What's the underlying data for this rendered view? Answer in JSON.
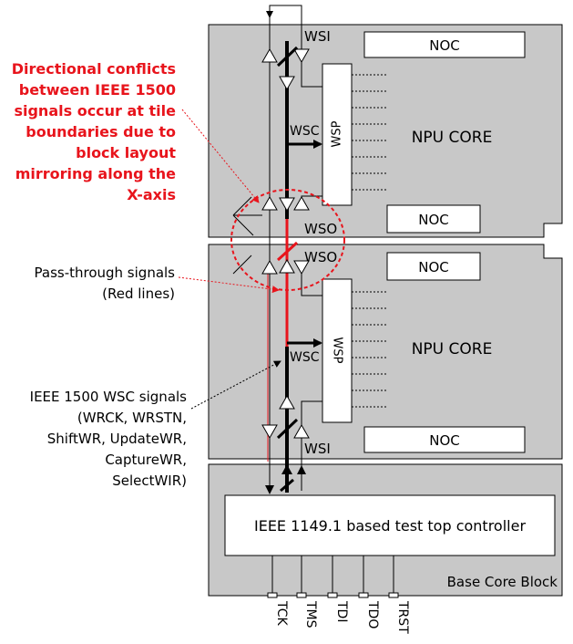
{
  "annotations": {
    "conflict": [
      "Directional conflicts",
      "between IEEE 1500",
      "signals occur at tile",
      "boundaries due to",
      "block layout",
      "mirroring along the",
      "X-axis"
    ],
    "pass_through": [
      "Pass-through signals",
      "(Red lines)"
    ],
    "wsc_signals": [
      "IEEE 1500 WSC signals",
      "(WRCK, WRSTN,",
      "ShiftWR, UpdateWR,",
      "CaptureWR,",
      "SelectWIR)"
    ]
  },
  "top_tile": {
    "noc_top": "NOC",
    "noc_bottom": "NOC",
    "core_label": "NPU CORE",
    "wsp_label": "WSP",
    "wsi_label": "WSI",
    "wsc_label": "WSC",
    "wso_label": "WSO"
  },
  "bottom_tile": {
    "noc_top": "NOC",
    "noc_bottom": "NOC",
    "core_label": "NPU CORE",
    "wsp_label": "WSP",
    "wsi_label": "WSI",
    "wsc_label": "WSC",
    "wso_label": "WSO"
  },
  "base_block": {
    "controller_label": "IEEE 1149.1 based test top controller",
    "block_label": "Base Core Block"
  },
  "pins": [
    "TCK",
    "TMS",
    "TDI",
    "TDO",
    "TRST"
  ],
  "colors": {
    "tile_fill": "#c8c8c8",
    "highlight": "#ff0000",
    "annotation_text": "#e8141c"
  }
}
